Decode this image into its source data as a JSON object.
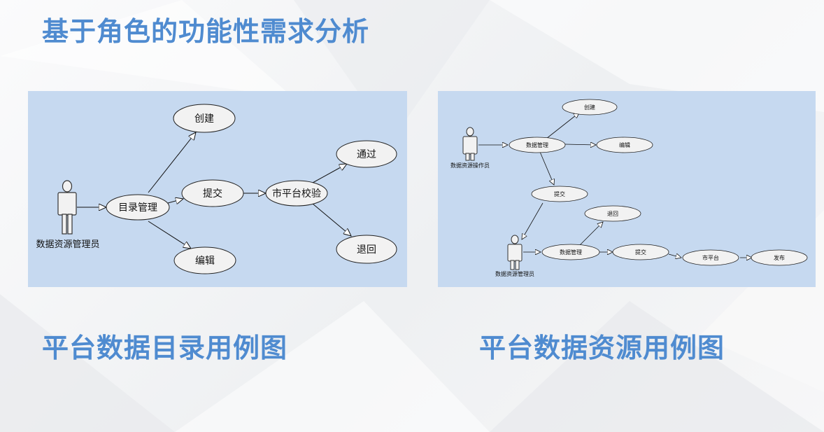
{
  "title": "基于角色的功能性需求分析",
  "left": {
    "caption": "平台数据目录用例图",
    "actor": "数据资源管理员",
    "nodes": {
      "catalog": "目录管理",
      "create": "创建",
      "submit": "提交",
      "edit": "编辑",
      "verify": "市平台校验",
      "pass": "通过",
      "reject": "退回"
    }
  },
  "right": {
    "caption": "平台数据资源用例图",
    "actor_operator": "数据资源操作员",
    "actor_admin": "数据资源管理员",
    "nodes": {
      "create": "创建",
      "data_mgmt_1": "数据管理",
      "edit": "编辑",
      "submit_1": "提交",
      "reject": "退回",
      "data_mgmt_2": "数据管理",
      "submit_2": "提交",
      "city": "市平台",
      "publish": "发布"
    }
  },
  "colors": {
    "accent": "#4f8bd0",
    "panel": "#c6d9f0",
    "node_fill": "#f2f2f2"
  }
}
